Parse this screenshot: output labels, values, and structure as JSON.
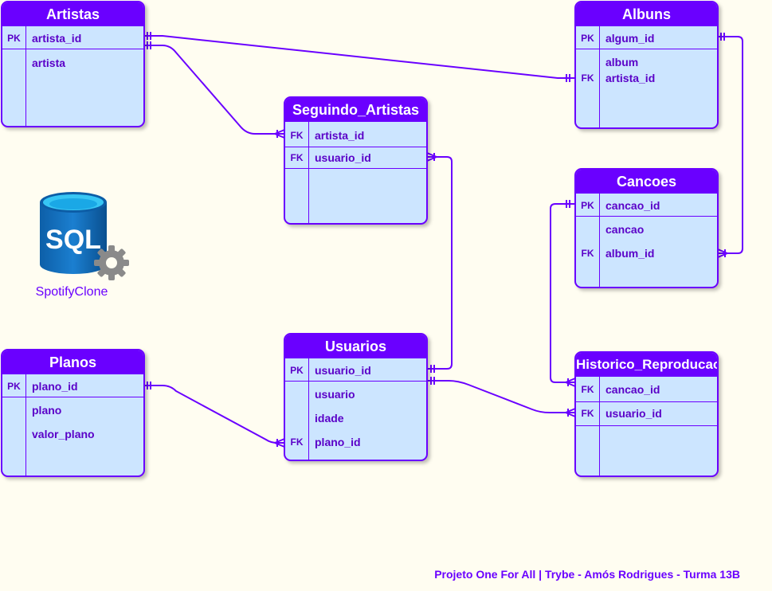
{
  "colors": {
    "background": "#fffdf1",
    "accent": "#6a00ff",
    "entity_fill": "#cce5ff",
    "field_text": "#5a00c8"
  },
  "tables": {
    "artistas": {
      "title": "Artistas",
      "rows": [
        {
          "key": "PK",
          "field": "artista_id"
        },
        {
          "key": "",
          "field": "artista"
        }
      ]
    },
    "albuns": {
      "title": "Albuns",
      "rows": [
        {
          "key": "PK",
          "field": "algum_id"
        },
        {
          "key": "",
          "field": "album"
        },
        {
          "key": "FK",
          "field": "artista_id"
        }
      ]
    },
    "seguindo_artistas": {
      "title": "Seguindo_Artistas",
      "rows": [
        {
          "key": "FK",
          "field": "artista_id"
        },
        {
          "key": "FK",
          "field": "usuario_id"
        }
      ]
    },
    "cancoes": {
      "title": "Cancoes",
      "rows": [
        {
          "key": "PK",
          "field": "cancao_id"
        },
        {
          "key": "",
          "field": "cancao"
        },
        {
          "key": "FK",
          "field": "album_id"
        }
      ]
    },
    "planos": {
      "title": "Planos",
      "rows": [
        {
          "key": "PK",
          "field": "plano_id"
        },
        {
          "key": "",
          "field": "plano"
        },
        {
          "key": "",
          "field": "valor_plano"
        }
      ]
    },
    "usuarios": {
      "title": "Usuarios",
      "rows": [
        {
          "key": "PK",
          "field": "usuario_id"
        },
        {
          "key": "",
          "field": "usuario"
        },
        {
          "key": "",
          "field": "idade"
        },
        {
          "key": "FK",
          "field": "plano_id"
        }
      ]
    },
    "historico_reproducao": {
      "title": "Historico_Reproducao",
      "rows": [
        {
          "key": "FK",
          "field": "cancao_id"
        },
        {
          "key": "FK",
          "field": "usuario_id"
        }
      ]
    }
  },
  "logo": {
    "icon_text": "SQL",
    "label": "SpotifyClone",
    "icon": "database-gear-icon"
  },
  "footer": {
    "text": "Projeto One For All | Trybe - Amós Rodrigues - Turma 13B"
  }
}
